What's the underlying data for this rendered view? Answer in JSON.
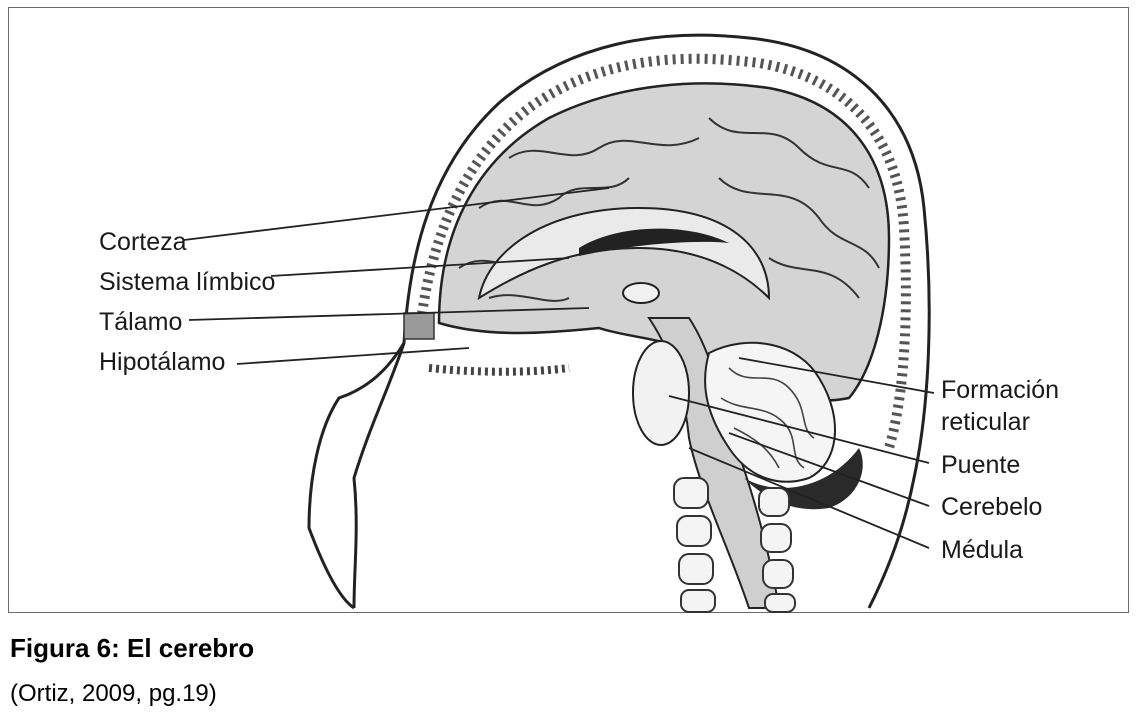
{
  "figure": {
    "caption": "Figura 6: El cerebro",
    "source": "(Ortiz, 2009, pg.19)",
    "labels": {
      "corteza": "Corteza",
      "sistema_limbico": "Sistema límbico",
      "talamo": "Tálamo",
      "hipotalamo": "Hipotálamo",
      "formacion_1": "Formación",
      "formacion_2": "reticular",
      "puente": "Puente",
      "cerebelo": "Cerebelo",
      "medula": "Médula"
    }
  }
}
